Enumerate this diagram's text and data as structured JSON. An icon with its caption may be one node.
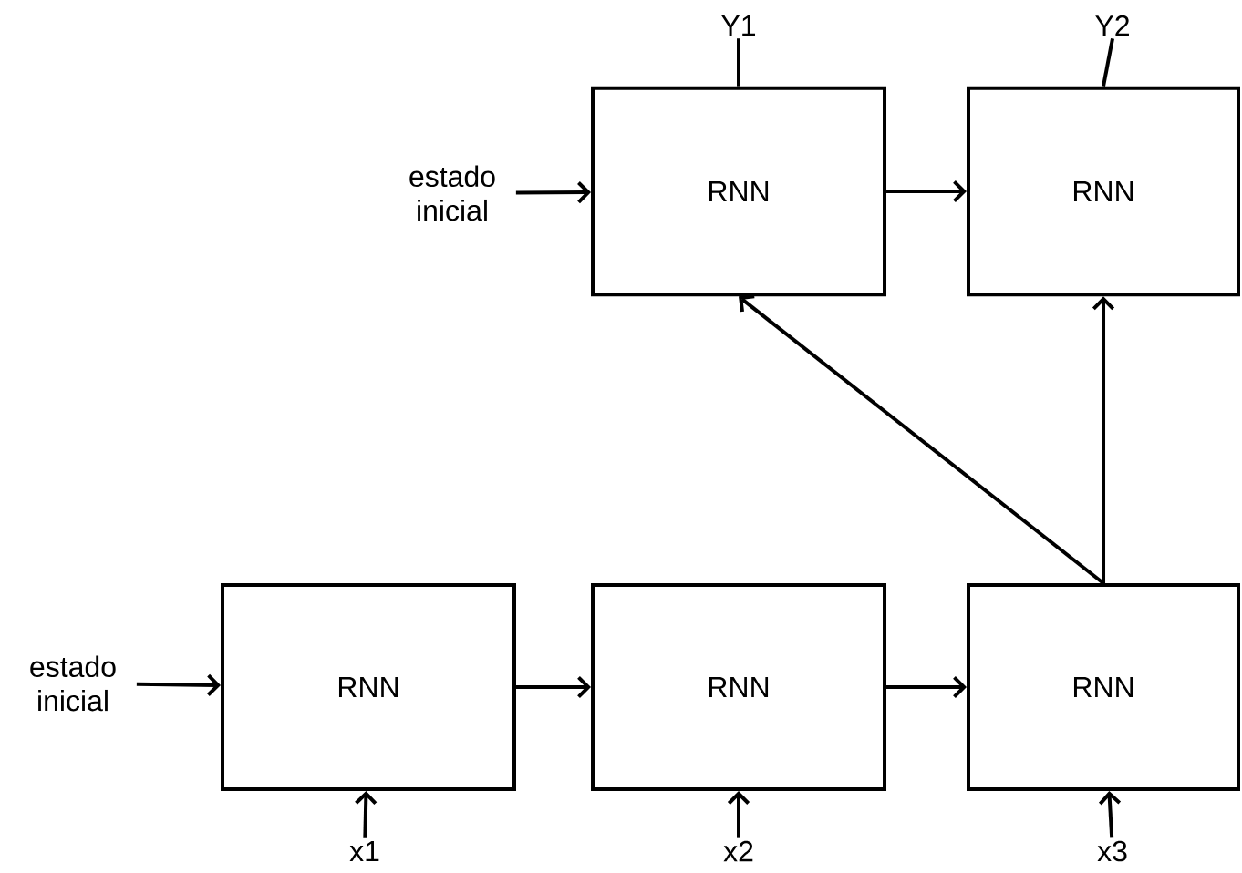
{
  "diagram": {
    "nodes": [
      {
        "text": [
          "Y1"
        ]
      },
      {
        "text": [
          "Y2"
        ]
      },
      {
        "text": [
          "estado inicial"
        ]
      },
      {
        "text": [
          "RNN"
        ]
      },
      {
        "text": [
          "RNN"
        ]
      },
      {
        "text": [
          "estado inicial"
        ]
      },
      {
        "text": [
          "RNN"
        ]
      },
      {
        "text": [
          "RNN"
        ]
      },
      {
        "text": [
          "RNN"
        ]
      },
      {
        "text": [
          "x1"
        ]
      },
      {
        "text": [
          "x2"
        ]
      },
      {
        "text": [
          "x3"
        ]
      }
    ],
    "edges": [
      {
        "from": 3,
        "to": 0,
        "arrow": "none"
      },
      {
        "from": 4,
        "to": 1,
        "arrow": "none"
      },
      {
        "from": 2,
        "to": 3,
        "arrow": "to"
      },
      {
        "from": 3,
        "to": 4,
        "arrow": "to"
      },
      {
        "from": 5,
        "to": 6,
        "arrow": "to"
      },
      {
        "from": 6,
        "to": 7,
        "arrow": "to"
      },
      {
        "from": 7,
        "to": 8,
        "arrow": "to"
      },
      {
        "from": 8,
        "to": 3,
        "arrow": "to"
      },
      {
        "from": 8,
        "to": 4,
        "arrow": "to"
      },
      {
        "from": 9,
        "to": 6,
        "arrow": "to"
      },
      {
        "from": 10,
        "to": 7,
        "arrow": "to"
      },
      {
        "from": 11,
        "to": 8,
        "arrow": "to"
      }
    ]
  }
}
